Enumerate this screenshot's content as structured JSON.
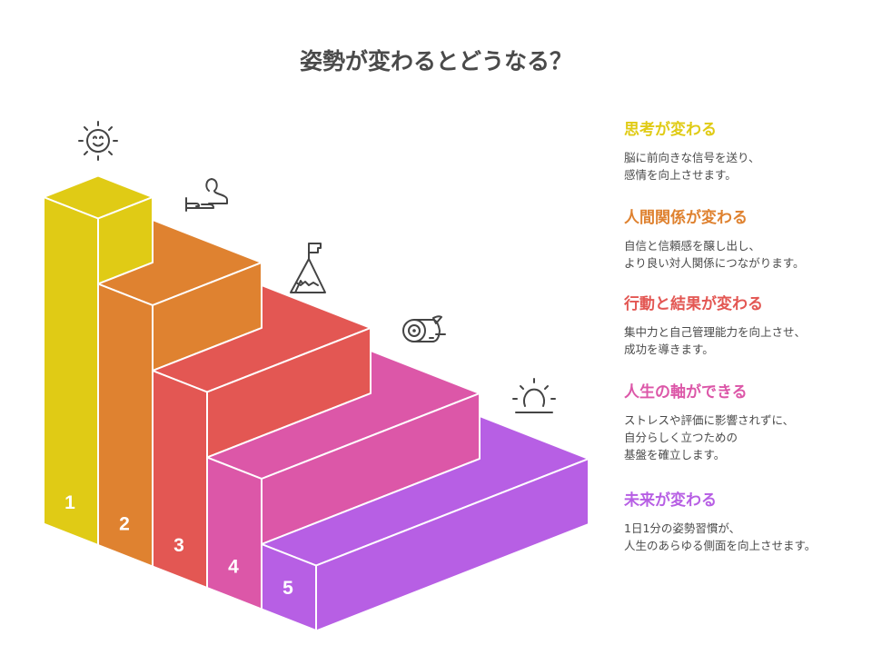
{
  "title": "姿勢が変わるとどうなる？",
  "steps": [
    {
      "number": "1",
      "color": "#E0CB15",
      "icon": "smiling-sun-icon",
      "heading": "思考が変わる",
      "body": "脳に前向きな信号を送り、\n感情を向上させます。"
    },
    {
      "number": "2",
      "color": "#DF8230",
      "icon": "person-hand-icon",
      "heading": "人間関係が変わる",
      "body": "自信と信頼感を醸し出し、\nより良い対人関係につながります。"
    },
    {
      "number": "3",
      "color": "#E35753",
      "icon": "mountain-flag-icon",
      "heading": "行動と結果が変わる",
      "body": "集中力と自己管理能力を向上させ、\n成功を導きます。"
    },
    {
      "number": "4",
      "color": "#DC57A8",
      "icon": "log-icon",
      "heading": "人生の軸ができる",
      "body": "ストレスや評価に影響されずに、\n自分らしく立つための\n基盤を確立します。"
    },
    {
      "number": "5",
      "color": "#B75FE4",
      "icon": "sunrise-icon",
      "heading": "未来が変わる",
      "body": "1日1分の姿勢習慣が、\n人生のあらゆる側面を向上させます。"
    }
  ]
}
